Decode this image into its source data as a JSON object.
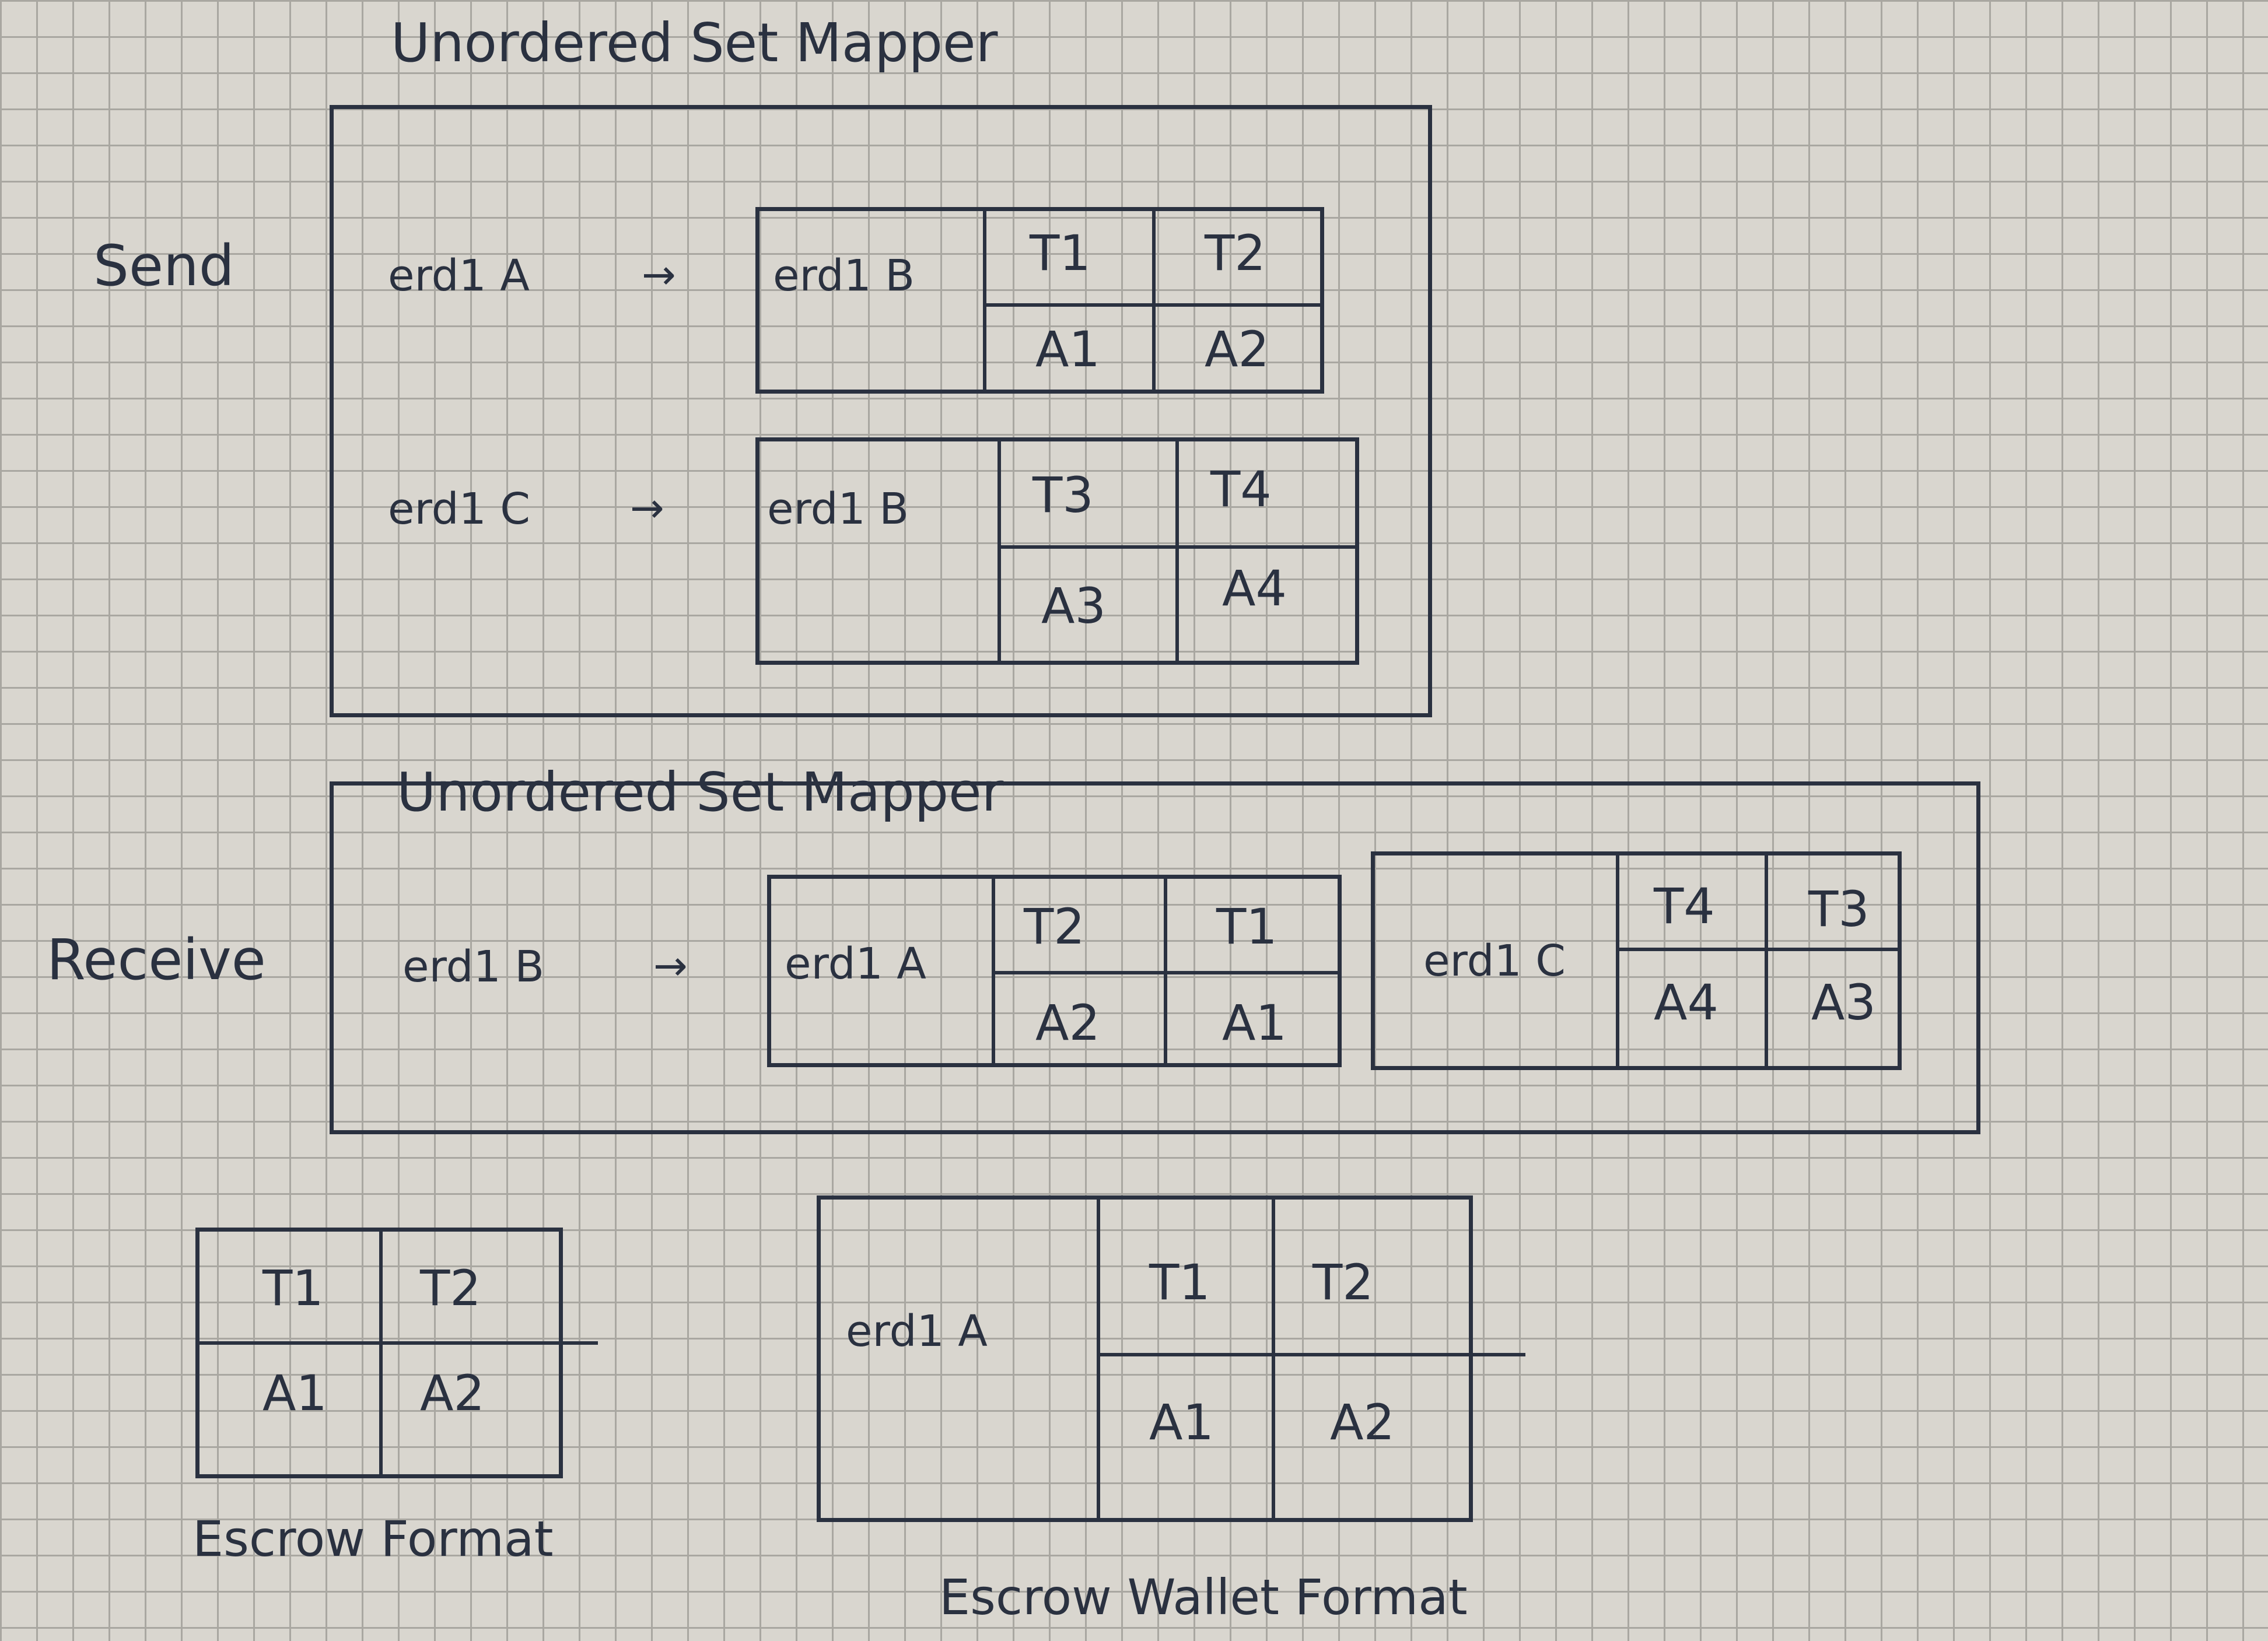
{
  "send": {
    "title": "Unordered Set Mapper",
    "label": "Send",
    "rows": [
      {
        "key": "erd1 A",
        "arrow": "→",
        "target": "erd1 B",
        "t1": "T1",
        "t2": "T2",
        "a1": "A1",
        "a2": "A2"
      },
      {
        "key": "erd1 C",
        "arrow": "→",
        "target": "erd1 B",
        "t1": "T3",
        "t2": "T4",
        "a1": "A3",
        "a2": "A4"
      }
    ]
  },
  "receive": {
    "title": "Unordered Set Mapper",
    "label": "Receive",
    "key": "erd1 B",
    "arrow": "→",
    "entries": [
      {
        "target": "erd1 A",
        "t1": "T2",
        "t2": "T1",
        "a1": "A2",
        "a2": "A1"
      },
      {
        "target": "erd1 C",
        "t1": "T4",
        "t2": "T3",
        "a1": "A4",
        "a2": "A3"
      }
    ]
  },
  "escrow": {
    "caption": "Escrow Format",
    "t1": "T1",
    "t2": "T2",
    "a1": "A1",
    "a2": "A2"
  },
  "escrow_wallet": {
    "caption": "Escrow Wallet Format",
    "owner": "erd1 A",
    "t1": "T1",
    "t2": "T2",
    "a1": "A1",
    "a2": "A2"
  },
  "colors": {
    "ink": "#2a3140",
    "paper": "#d9d6cf",
    "grid": "#a9a7a1"
  }
}
